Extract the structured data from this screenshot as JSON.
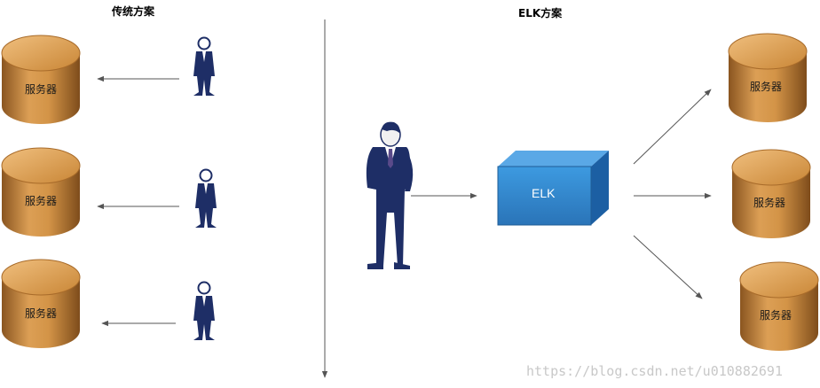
{
  "titles": {
    "traditional": "传统方案",
    "elk": "ELK方案"
  },
  "server_label": "服务器",
  "elk_label": "ELK",
  "watermark": "https://blog.csdn.net/u010882691",
  "traditional_servers": [
    {
      "label": "服务器"
    },
    {
      "label": "服务器"
    },
    {
      "label": "服务器"
    }
  ],
  "elk_servers": [
    {
      "label": "服务器"
    },
    {
      "label": "服务器"
    },
    {
      "label": "服务器"
    }
  ],
  "colors": {
    "cylinder_body": "#c98a3e",
    "cylinder_top": "#e0a65c",
    "cube_front": "#3a8fd2",
    "cube_side": "#1a5d9e",
    "person": "#1e2e66",
    "arrow": "#555555"
  }
}
